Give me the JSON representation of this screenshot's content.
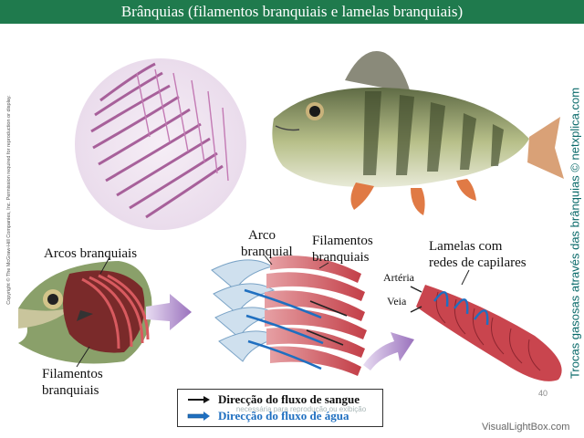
{
  "header": {
    "title": "Brânquias (filamentos branquiais e lamelas branquiais)"
  },
  "side_title": "Trocas gasosas através das brânquias © netxplica.com",
  "copyright": "Copyright © The McGraw-Hill Companies, Inc. Permission required for reproduction or display.",
  "labels": {
    "arcos_branquiais": "Arcos branquiais",
    "filamentos_branquiais_left_1": "Filamentos",
    "filamentos_branquiais_left_2": "branquiais",
    "arco_branquial_1": "Arco",
    "arco_branquial_2": "branquial",
    "filamentos_branquiais_mid_1": "Filamentos",
    "filamentos_branquiais_mid_2": "branquiais",
    "lamelas_1": "Lamelas com",
    "lamelas_2": "redes de capilares",
    "arteria": "Artéria",
    "veia": "Veia"
  },
  "legend": {
    "blood_flow": "Direcção do fluxo de sangue",
    "water_flow": "Direcção do fluxo de água"
  },
  "watermark": "necessária para reprodução ou exibição",
  "page_number": "40",
  "footer": "VisualLightBox.com",
  "colors": {
    "title_bar": "#1f7a4d",
    "gill_red": "#c9454e",
    "water_blue": "#1f6fc0",
    "arrow_purple": "#a07ac0"
  }
}
